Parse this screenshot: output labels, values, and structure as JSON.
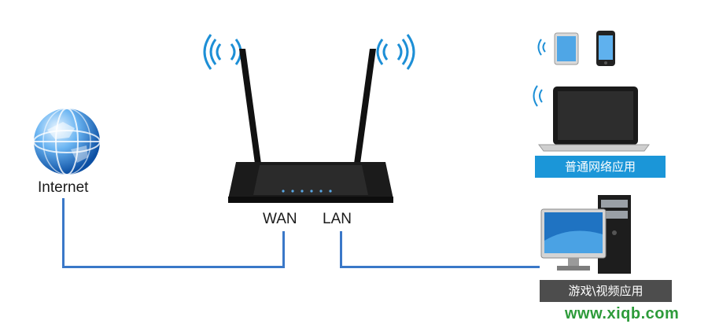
{
  "labels": {
    "internet": "Internet",
    "wan": "WAN",
    "lan": "LAN",
    "normal_app": "普通网络应用",
    "game_video_app": "游戏\\视频应用"
  },
  "watermark": "www.xiqb.com",
  "colors": {
    "cable": "#3a78c8",
    "wifi": "#1d8fd6",
    "badge_blue": "#1b96d8",
    "badge_gray": "#4d4d4d",
    "watermark": "#2d9b3a"
  },
  "icons": [
    "globe-icon",
    "router-icon",
    "tablet-icon",
    "phone-icon",
    "laptop-icon",
    "desktop-computer-icon",
    "wifi-signal-icon"
  ]
}
